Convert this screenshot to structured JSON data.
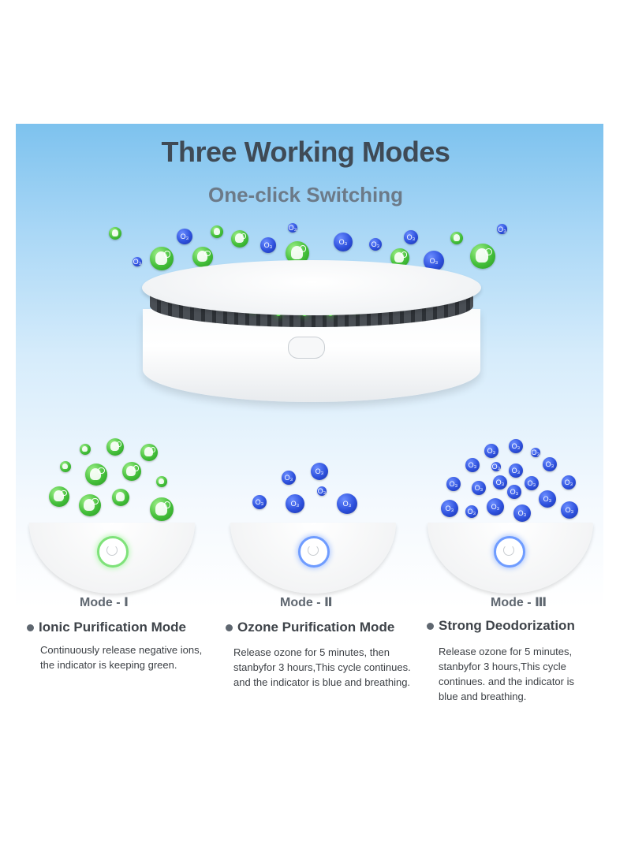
{
  "header": {
    "title": "Three Working Modes",
    "subtitle": "One-click Switching"
  },
  "device": {
    "led_color": "#5cff4a"
  },
  "modes": [
    {
      "label": "Mode - Ⅰ",
      "name": "Ionic Purification Mode",
      "description": "Continuously release negative ions,\nthe indicator is keeping green.",
      "indicator_color": "#7fe27a"
    },
    {
      "label": "Mode - Ⅱ",
      "name": "Ozone Purification Mode",
      "description": "Release ozone  for 5 minutes, then\nstanbyfor 3 hours,This cycle continues.\nand the indicator is blue and breathing.",
      "indicator_color": "#6f9cff"
    },
    {
      "label": "Mode - Ⅲ",
      "name": "Strong Deodorization",
      "description": "Release ozone  for 5 minutes,\nstanbyfor 3 hours,This cycle\ncontinues. and the indicator is\nblue and breathing.",
      "indicator_color": "#6f9cff"
    }
  ],
  "bubble_text": "O₃"
}
